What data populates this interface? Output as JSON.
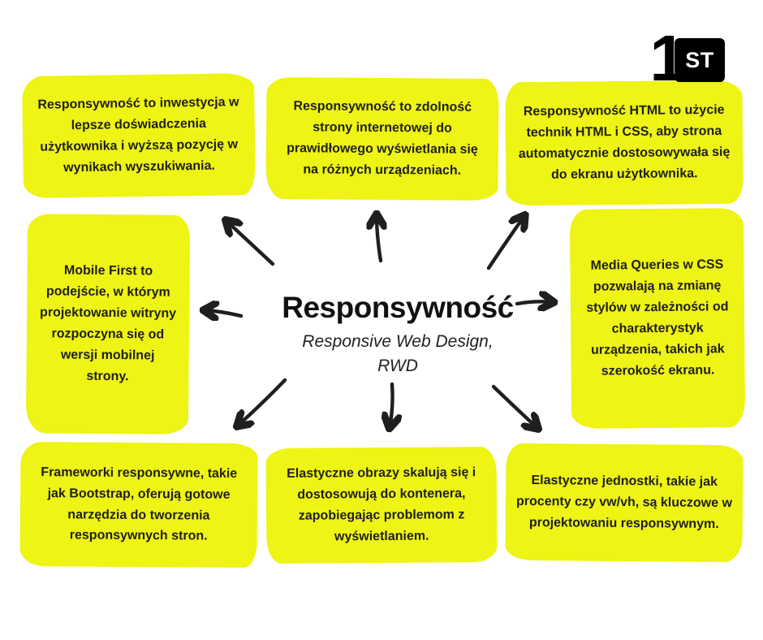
{
  "logo": {
    "number": "1",
    "suffix": "ST"
  },
  "center": {
    "title": "Responsywność",
    "subtitle": "Responsive Web Design, RWD"
  },
  "nodes": [
    {
      "id": "top-left",
      "text": "Responsywność to inwestycja w lepsze doświadczenia użytkownika i wyższą pozycję w wynikach wyszukiwania."
    },
    {
      "id": "top-center",
      "text": "Responsywność to zdolność strony internetowej do prawidłowego wyświetlania się na różnych urządzeniach."
    },
    {
      "id": "top-right",
      "text": "Responsywność HTML to użycie technik HTML i CSS, aby strona automatycznie dostosowywała się do ekranu użytkownika."
    },
    {
      "id": "mid-left",
      "text": "Mobile First to podejście, w którym projektowanie witryny rozpoczyna się od wersji mobilnej strony."
    },
    {
      "id": "mid-right",
      "text": "Media Queries w CSS pozwalają na zmianę stylów w zależności od charakterystyk urządzenia, takich jak szerokość ekranu."
    },
    {
      "id": "bottom-left",
      "text": "Frameworki responsywne, takie jak Bootstrap, oferują gotowe narzędzia do tworzenia responsywnych stron."
    },
    {
      "id": "bottom-center",
      "text": "Elastyczne obrazy skalują się i dostosowują do kontenera, zapobiegając problemom z wyświetlaniem."
    },
    {
      "id": "bottom-right",
      "text": "Elastyczne jednostki, takie jak procenty czy vw/vh, są kluczowe w projektowaniu responsywnym."
    }
  ],
  "colors": {
    "highlight": "#EEF413",
    "text": "#1F1F1F",
    "background": "#FFFFFF"
  }
}
